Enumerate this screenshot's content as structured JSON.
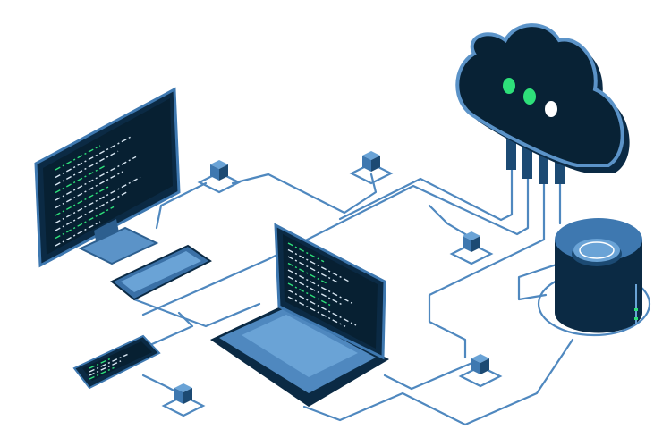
{
  "illustration": {
    "subject": "network",
    "colors": {
      "navy": "#0b2a44",
      "dark": "#082235",
      "line": "#4f88bf",
      "light": "#6aa3d6",
      "green": "#2ee07a",
      "white": "#ffffff"
    },
    "cloud_lights": [
      "green",
      "green",
      "white"
    ],
    "nodes": 5
  }
}
